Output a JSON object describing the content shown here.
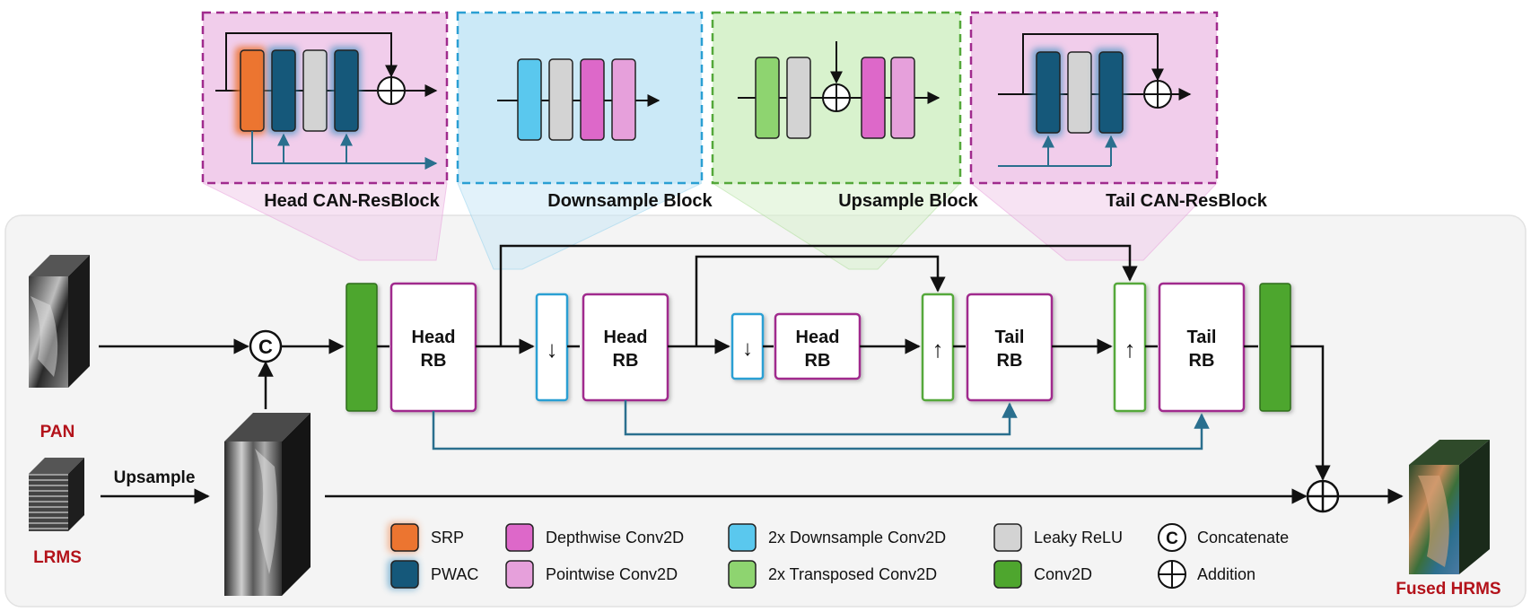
{
  "panels": [
    {
      "title": "Head CAN-ResBlock",
      "color": "#f1cdeb",
      "border": "#a02b8d"
    },
    {
      "title": "Downsample Block",
      "color": "#cbe9f7",
      "border": "#2a9fd3"
    },
    {
      "title": "Upsample Block",
      "color": "#d8f2cd",
      "border": "#54a83a"
    },
    {
      "title": "Tail CAN-ResBlock",
      "color": "#f1cdeb",
      "border": "#a02b8d"
    }
  ],
  "blocks": {
    "head_rb_1": "Head\nRB",
    "head_rb_2": "Head\nRB",
    "head_rb_3": "Head\nRB",
    "tail_rb_1": "Tail\nRB",
    "tail_rb_2": "Tail\nRB",
    "down_arrow": "↓",
    "up_arrow": "↑"
  },
  "labels": {
    "pan": "PAN",
    "lrms": "LRMS",
    "upsample": "Upsample",
    "fused": "Fused HRMS",
    "concat_symbol": "C"
  },
  "legend": [
    {
      "label": "SRP",
      "color": "#ec7530",
      "glow": "orange"
    },
    {
      "label": "PWAC",
      "color": "#15587a",
      "glow": "blue"
    },
    {
      "label": "Depthwise Conv2D",
      "color": "#dd68c9",
      "glow": ""
    },
    {
      "label": "Pointwise Conv2D",
      "color": "#e6a0db",
      "glow": ""
    },
    {
      "label": "2x Downsample Conv2D",
      "color": "#5ac8ee",
      "glow": ""
    },
    {
      "label": "2x Transposed Conv2D",
      "color": "#8ed470",
      "glow": ""
    },
    {
      "label": "Leaky ReLU",
      "color": "#d3d3d3",
      "glow": ""
    },
    {
      "label": "Conv2D",
      "color": "#4ea62e",
      "glow": ""
    },
    {
      "label": "Concatenate",
      "symbol": "C"
    },
    {
      "label": "Addition",
      "symbol": "plus"
    }
  ],
  "colors": {
    "skip_line": "#2a6f8e",
    "main_line": "#111111",
    "conv2d": "#4ea62e",
    "rb_border": "#a02b8d",
    "down_border": "#2a9fd3",
    "up_border": "#54a83a",
    "label_red": "#b3121a"
  }
}
